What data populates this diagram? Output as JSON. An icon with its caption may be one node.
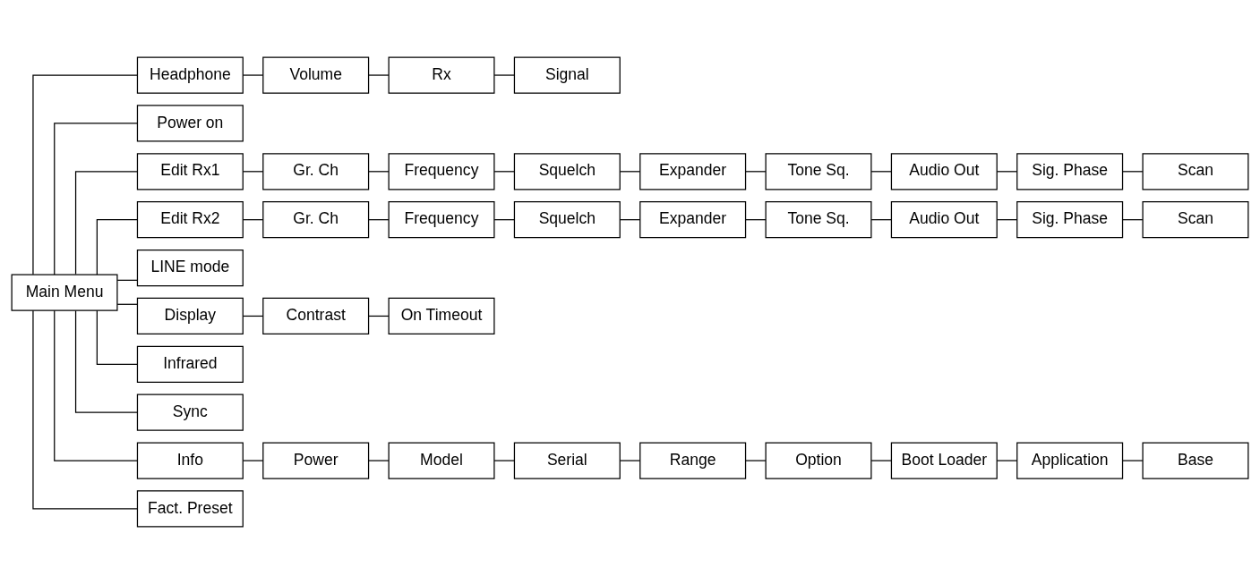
{
  "diagram": {
    "nodes": [
      {
        "text": [
          "Main Menu"
        ]
      },
      {
        "text": [
          "Headphone"
        ]
      },
      {
        "text": [
          "Volume"
        ]
      },
      {
        "text": [
          "Rx"
        ]
      },
      {
        "text": [
          "Signal"
        ]
      },
      {
        "text": [
          "Power on"
        ]
      },
      {
        "text": [
          "Edit Rx1"
        ]
      },
      {
        "text": [
          "Gr. Ch"
        ]
      },
      {
        "text": [
          "Frequency"
        ]
      },
      {
        "text": [
          "Squelch"
        ]
      },
      {
        "text": [
          "Expander"
        ]
      },
      {
        "text": [
          "Tone Sq."
        ]
      },
      {
        "text": [
          "Audio Out"
        ]
      },
      {
        "text": [
          "Sig. Phase"
        ]
      },
      {
        "text": [
          "Scan"
        ]
      },
      {
        "text": [
          "Edit Rx2"
        ]
      },
      {
        "text": [
          "Gr. Ch"
        ]
      },
      {
        "text": [
          "Frequency"
        ]
      },
      {
        "text": [
          "Squelch"
        ]
      },
      {
        "text": [
          "Expander"
        ]
      },
      {
        "text": [
          "Tone Sq."
        ]
      },
      {
        "text": [
          "Audio Out"
        ]
      },
      {
        "text": [
          "Sig. Phase"
        ]
      },
      {
        "text": [
          "Scan"
        ]
      },
      {
        "text": [
          "LINE mode"
        ]
      },
      {
        "text": [
          "Display"
        ]
      },
      {
        "text": [
          "Contrast"
        ]
      },
      {
        "text": [
          "On Timeout"
        ]
      },
      {
        "text": [
          "Infrared"
        ]
      },
      {
        "text": [
          "Sync"
        ]
      },
      {
        "text": [
          "Info"
        ]
      },
      {
        "text": [
          "Power"
        ]
      },
      {
        "text": [
          "Model"
        ]
      },
      {
        "text": [
          "Serial"
        ]
      },
      {
        "text": [
          "Range"
        ]
      },
      {
        "text": [
          "Option"
        ]
      },
      {
        "text": [
          "Boot Loader"
        ]
      },
      {
        "text": [
          "Application"
        ]
      },
      {
        "text": [
          "Base"
        ]
      },
      {
        "text": [
          "Fact. Preset"
        ]
      }
    ],
    "edges": [
      {
        "from": 0,
        "to": 1,
        "arrow": "none"
      },
      {
        "from": 1,
        "to": 2,
        "arrow": "none"
      },
      {
        "from": 2,
        "to": 3,
        "arrow": "none"
      },
      {
        "from": 3,
        "to": 4,
        "arrow": "none"
      },
      {
        "from": 0,
        "to": 5,
        "arrow": "none"
      },
      {
        "from": 0,
        "to": 6,
        "arrow": "none"
      },
      {
        "from": 6,
        "to": 7,
        "arrow": "none"
      },
      {
        "from": 7,
        "to": 8,
        "arrow": "none"
      },
      {
        "from": 8,
        "to": 9,
        "arrow": "none"
      },
      {
        "from": 9,
        "to": 10,
        "arrow": "none"
      },
      {
        "from": 10,
        "to": 11,
        "arrow": "none"
      },
      {
        "from": 11,
        "to": 12,
        "arrow": "none"
      },
      {
        "from": 12,
        "to": 13,
        "arrow": "none"
      },
      {
        "from": 13,
        "to": 14,
        "arrow": "none"
      },
      {
        "from": 0,
        "to": 15,
        "arrow": "none"
      },
      {
        "from": 15,
        "to": 16,
        "arrow": "none"
      },
      {
        "from": 16,
        "to": 17,
        "arrow": "none"
      },
      {
        "from": 17,
        "to": 18,
        "arrow": "none"
      },
      {
        "from": 18,
        "to": 19,
        "arrow": "none"
      },
      {
        "from": 19,
        "to": 20,
        "arrow": "none"
      },
      {
        "from": 20,
        "to": 21,
        "arrow": "none"
      },
      {
        "from": 21,
        "to": 22,
        "arrow": "none"
      },
      {
        "from": 22,
        "to": 23,
        "arrow": "none"
      },
      {
        "from": 0,
        "to": 24,
        "arrow": "none"
      },
      {
        "from": 0,
        "to": 25,
        "arrow": "none"
      },
      {
        "from": 25,
        "to": 26,
        "arrow": "none"
      },
      {
        "from": 26,
        "to": 27,
        "arrow": "none"
      },
      {
        "from": 0,
        "to": 28,
        "arrow": "none"
      },
      {
        "from": 0,
        "to": 29,
        "arrow": "none"
      },
      {
        "from": 0,
        "to": 30,
        "arrow": "none"
      },
      {
        "from": 30,
        "to": 31,
        "arrow": "none"
      },
      {
        "from": 31,
        "to": 32,
        "arrow": "none"
      },
      {
        "from": 32,
        "to": 33,
        "arrow": "none"
      },
      {
        "from": 33,
        "to": 34,
        "arrow": "none"
      },
      {
        "from": 34,
        "to": 35,
        "arrow": "none"
      },
      {
        "from": 35,
        "to": 36,
        "arrow": "none"
      },
      {
        "from": 36,
        "to": 37,
        "arrow": "none"
      },
      {
        "from": 37,
        "to": 38,
        "arrow": "none"
      },
      {
        "from": 0,
        "to": 39,
        "arrow": "none"
      }
    ]
  }
}
